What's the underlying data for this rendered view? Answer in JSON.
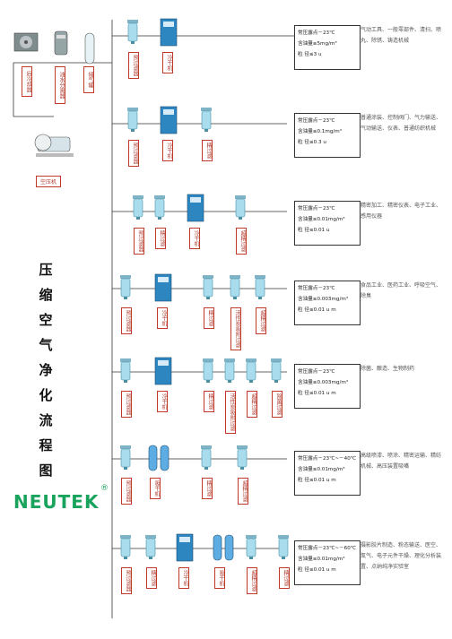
{
  "diagram": {
    "title_chars": [
      "压",
      "缩",
      "空",
      "气",
      "净",
      "化",
      "流",
      "程",
      "图"
    ],
    "logo": "NEUTEK",
    "logo_mark": "®",
    "source_labels": [
      "后冷却器",
      "油水分离器",
      "储气罐"
    ],
    "compressor_label": "空压机",
    "rows": [
      {
        "components": [
          "预过滤器",
          "冷干机"
        ],
        "spec": [
          "常压露点－23℃",
          "含油量≤5mg/m³",
          "粒    径≤3  u"
        ],
        "desc": "气动工具、一般零部件、清扫、喷丸、除锈、铸造机械"
      },
      {
        "components": [
          "预过滤器",
          "冷干机",
          "精过滤"
        ],
        "spec": [
          "常压露点－23℃",
          "含油量≤0.1mg/m³",
          "粒    径≤0.3  u"
        ],
        "desc": "普通涂装、控制阀门、气力输送、气动输送、仪表、普通纺织机械"
      },
      {
        "components": [
          "预过滤器",
          "精过滤",
          "冷干机",
          "超精过滤"
        ],
        "spec": [
          "常压露点－23℃",
          "含油量≤0.01mg/m³",
          "粒    径≤0.01  u"
        ],
        "desc": "精密加工、精密仪表、电子工业、感用仪器"
      },
      {
        "components": [
          "预过滤器",
          "冷干机",
          "精过滤",
          "活性炭吸附过滤",
          "超精过滤"
        ],
        "spec": [
          "常压露点－23℃",
          "含油量≤0.003mg/m³",
          "粒    径≤0.01 u m"
        ],
        "desc": "食品工业、医药工业、呼吸空气、除臭"
      },
      {
        "components": [
          "预过滤器",
          "冷干机",
          "精过滤",
          "活性炭吸附过滤",
          "超精过滤",
          "除菌过滤"
        ],
        "spec": [
          "常压露点－23℃",
          "含油量≤0.003mg/m³",
          "粒    径≤0.01 u m"
        ],
        "desc": "除菌、酿造、生物制药"
      },
      {
        "components": [
          "预过滤器",
          "吸干机",
          "精过滤",
          "超精过滤"
        ],
        "spec": [
          "常压露点－23℃~－40℃",
          "含油量≤0.01mg/m³",
          "粒    径≤0.01 u m"
        ],
        "desc": "高级喷漆、喷涂、精密运输、精纺机械、高压装置吸嘴"
      },
      {
        "components": [
          "预过滤器",
          "精过滤",
          "冷干机",
          "吸干机",
          "超精过滤",
          "精过滤"
        ],
        "spec": [
          "常压露点－23℃~－60℃",
          "含油量≤0.01mg/m³",
          "粒    径≤0.01 u m"
        ],
        "desc": "摄影胶片制造、粉态输送、医空、氮气、电子元件干燥、理化分析装置、点纳纯净实验室"
      }
    ]
  }
}
